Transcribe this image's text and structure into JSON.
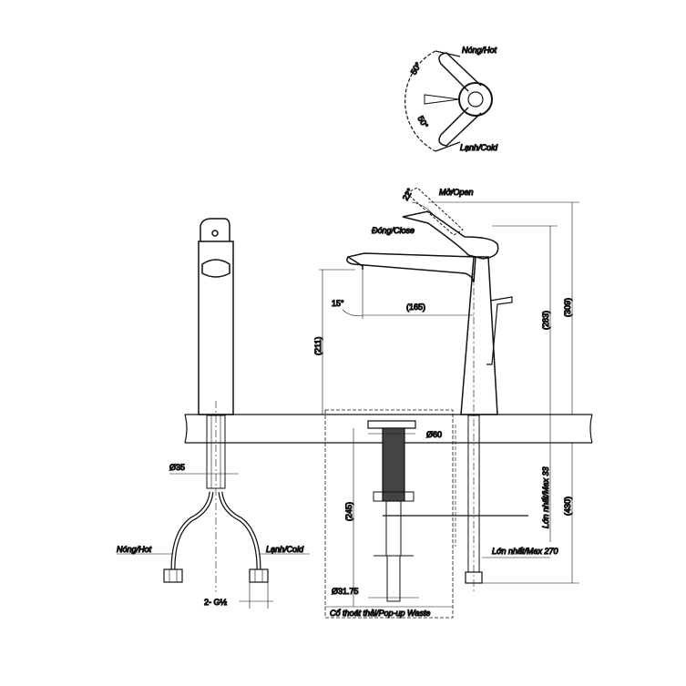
{
  "labels": {
    "hot_top": "Nóng/Hot",
    "cold_top": "Lạnh/Cold",
    "angle_hot": "50°",
    "angle_cold": "50°",
    "open": "Mở/Open",
    "close": "Đóng/Close",
    "angle_open": "22°",
    "angle_spout": "15°",
    "spout_reach": "(165)",
    "spout_height": "(211)",
    "height_283": "(283)",
    "height_309": "(309)",
    "below_430": "(430)",
    "max33": "Lớn nhất/Max 33",
    "max270": "Lớn nhất/Max 270",
    "d60": "Ø60",
    "d35": "Ø35",
    "d3175": "Ø31.75",
    "waste_245": "(245)",
    "hot_side": "Nóng/Hot",
    "cold_side": "Lạnh/Cold",
    "thread": "2- G½",
    "popup": "Cổ thoát thải/Pop-up Waste"
  },
  "colors": {
    "line": "#111111",
    "background": "#ffffff"
  }
}
